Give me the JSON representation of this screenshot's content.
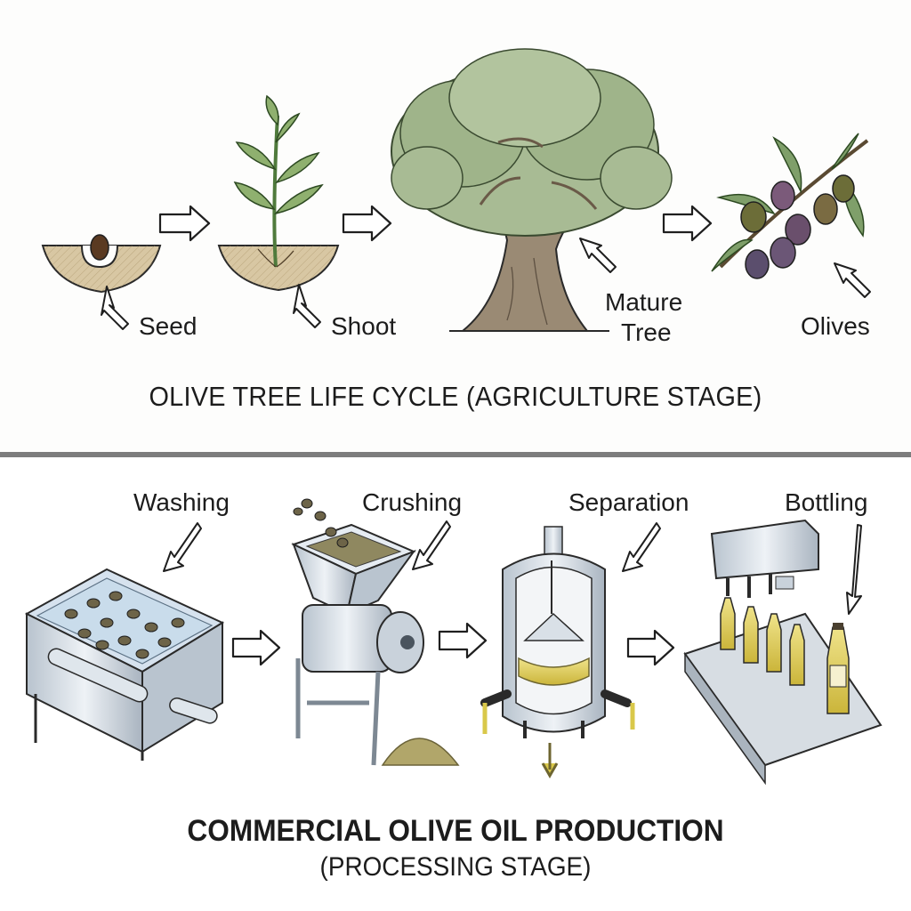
{
  "top": {
    "labels": {
      "seed": "Seed",
      "shoot": "Shoot",
      "mature_tree_line1": "Mature",
      "mature_tree_line2": "Tree",
      "olives": "Olives"
    },
    "title": "OLIVE TREE LIFE CYCLE (AGRICULTURE STAGE)"
  },
  "bottom": {
    "labels": {
      "washing": "Washing",
      "crushing": "Crushing",
      "separation": "Separation",
      "bottling": "Bottling"
    },
    "title_line1": "COMMERCIAL OLIVE OIL PRODUCTION",
    "title_line2": "(PROCESSING STAGE)"
  },
  "colors": {
    "divider": "#7d7d7d",
    "soil": "#d8c7a3",
    "leaf": "#7f9f6a",
    "olive": "#6c6d38",
    "steel": "#c7d0da",
    "oil": "#d9c84a"
  },
  "icons": [
    "seed-icon",
    "shoot-icon",
    "tree-icon",
    "olive-branch-icon",
    "washing-tank-icon",
    "crusher-icon",
    "separator-icon",
    "bottling-line-icon"
  ]
}
